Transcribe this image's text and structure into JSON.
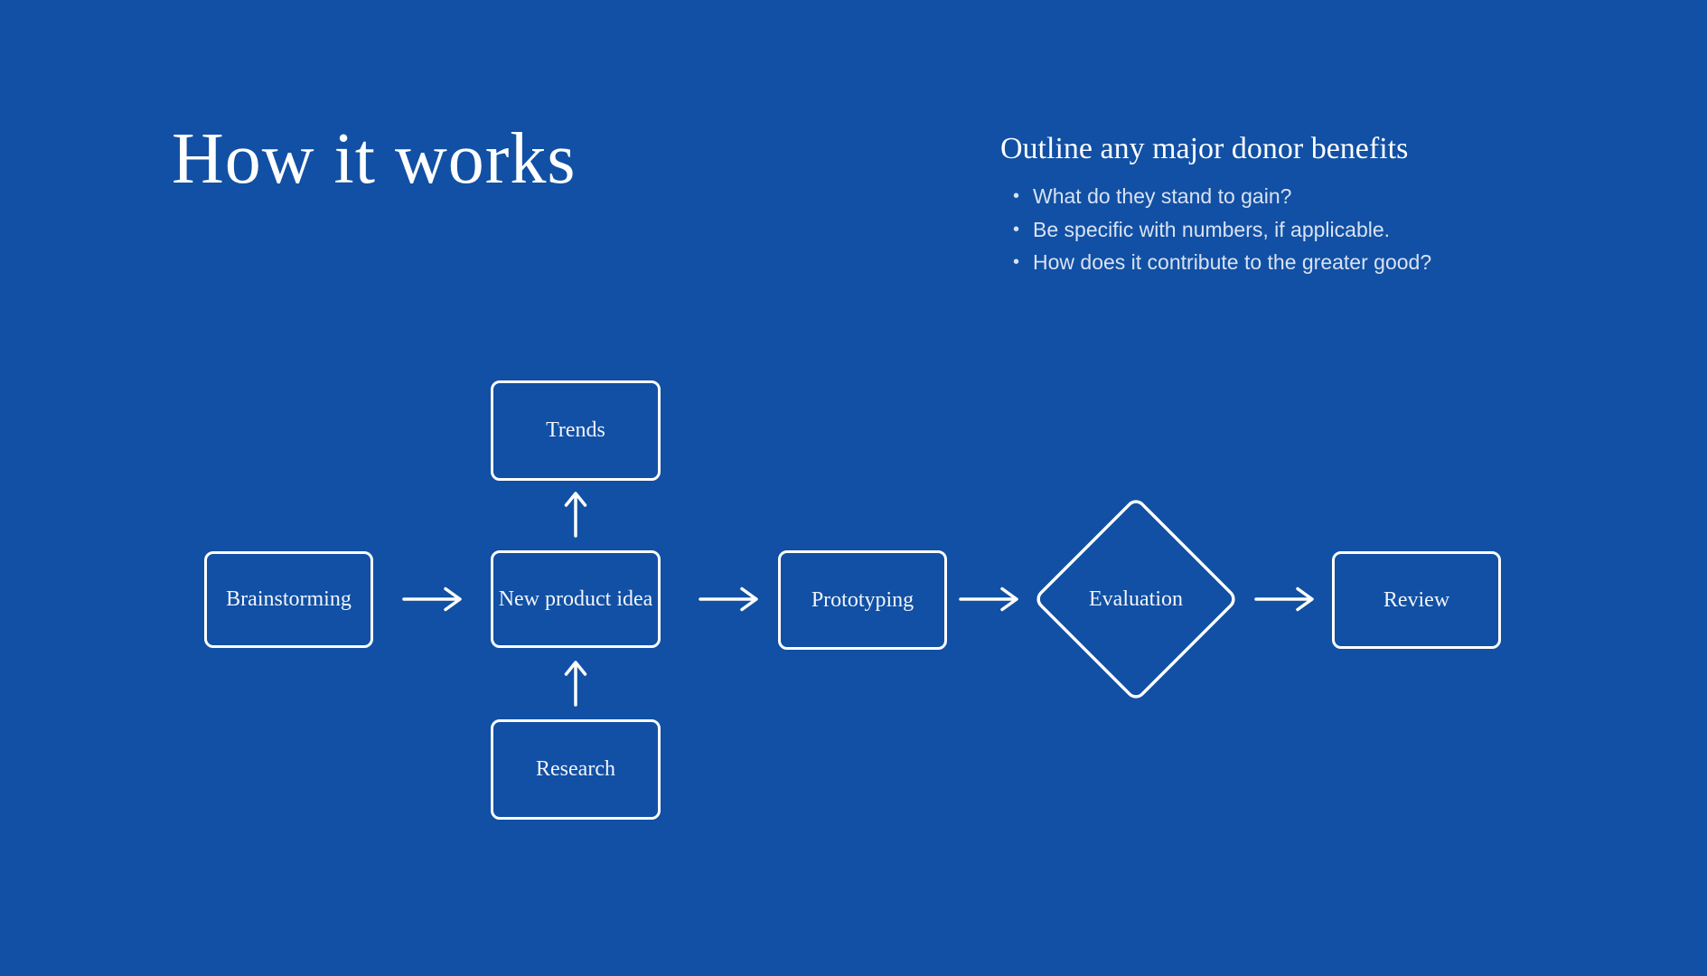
{
  "title": "How it works",
  "notes": {
    "heading": "Outline any major donor benefits",
    "items": [
      "What do they stand to gain?",
      "Be specific with numbers, if applicable.",
      "How does it contribute to the greater good?"
    ]
  },
  "flowchart": {
    "nodes": {
      "trends": {
        "label": "Trends",
        "shape": "rectangle"
      },
      "brainstorming": {
        "label": "Brainstorming",
        "shape": "rectangle"
      },
      "new_product_idea": {
        "label": "New product idea",
        "shape": "rectangle"
      },
      "research": {
        "label": "Research",
        "shape": "rectangle"
      },
      "prototyping": {
        "label": "Prototyping",
        "shape": "rectangle"
      },
      "evaluation": {
        "label": "Evaluation",
        "shape": "diamond"
      },
      "review": {
        "label": "Review",
        "shape": "rectangle"
      }
    },
    "edges": [
      {
        "from": "brainstorming",
        "to": "new_product_idea",
        "direction": "right"
      },
      {
        "from": "new_product_idea",
        "to": "trends",
        "direction": "up"
      },
      {
        "from": "research",
        "to": "new_product_idea",
        "direction": "up"
      },
      {
        "from": "new_product_idea",
        "to": "prototyping",
        "direction": "right"
      },
      {
        "from": "prototyping",
        "to": "evaluation",
        "direction": "right"
      },
      {
        "from": "evaluation",
        "to": "review",
        "direction": "right"
      }
    ]
  },
  "colors": {
    "background": "#1150a4",
    "stroke": "#ffffff",
    "title_text": "#ffffff",
    "bullet_text": "#d9e2f2",
    "label_text": "#f2f5fb"
  }
}
